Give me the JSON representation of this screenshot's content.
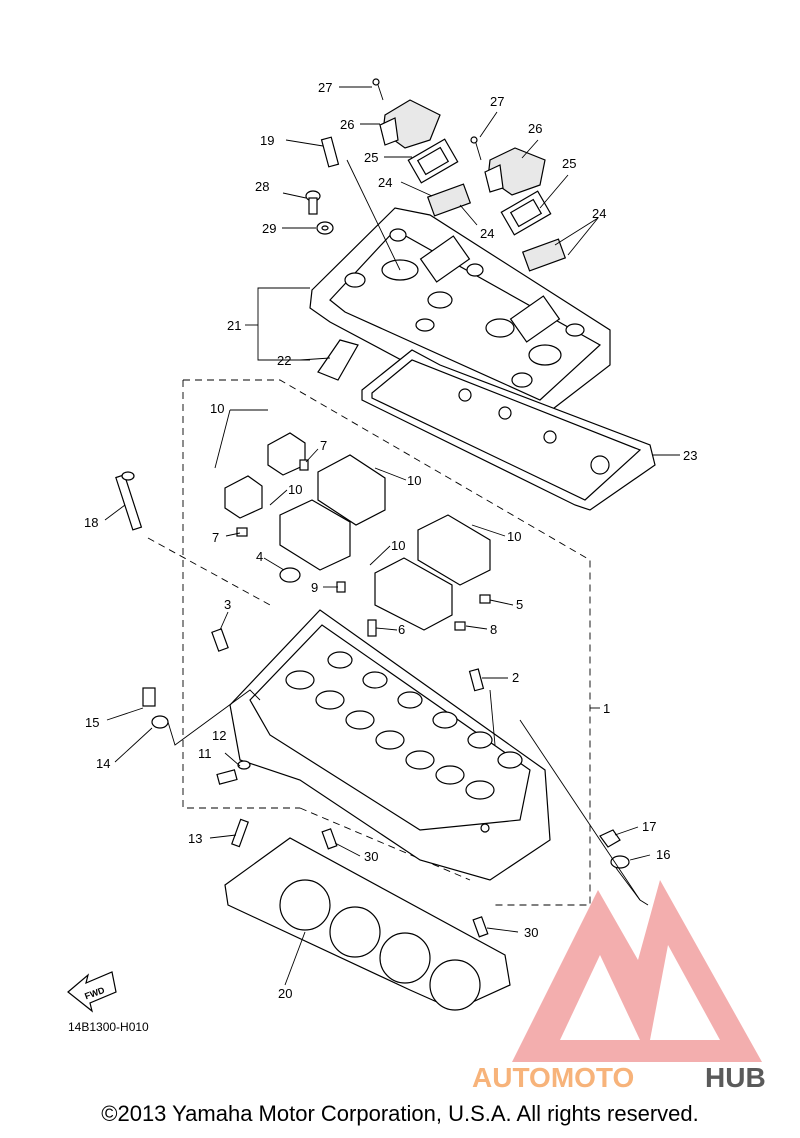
{
  "diagram": {
    "code": "14B1300-H010",
    "fwd_label": "FWD",
    "callouts": [
      "1",
      "2",
      "3",
      "4",
      "5",
      "6",
      "7",
      "8",
      "9",
      "10",
      "11",
      "12",
      "13",
      "14",
      "15",
      "16",
      "17",
      "18",
      "19",
      "20",
      "21",
      "22",
      "23",
      "24",
      "25",
      "26",
      "27",
      "28",
      "29",
      "30"
    ]
  },
  "watermark": {
    "brand_part1": "AUTOMOTO",
    "brand_part2": "HUB",
    "color_light": "#f7b37a",
    "color_dark": "#5a5a5a",
    "triangle_color": "#f2a0a0"
  },
  "footer": {
    "copyright": "©2013 Yamaha Motor Corporation, U.S.A. All rights reserved."
  }
}
